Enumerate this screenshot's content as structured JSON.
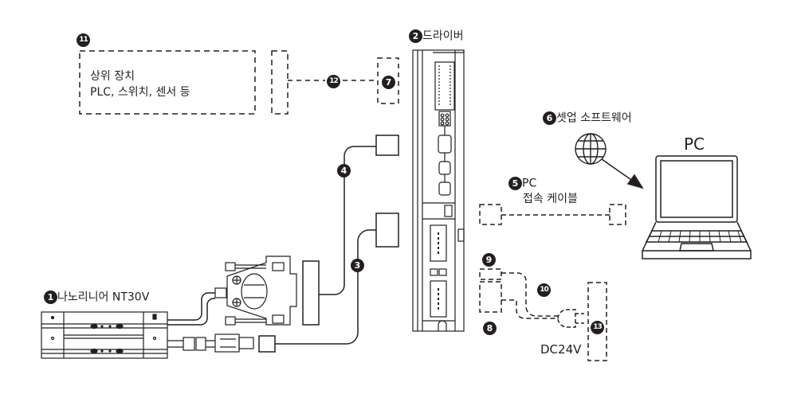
{
  "title": "NT30V system configuration",
  "colors": {
    "line": "#231f20",
    "badge_bg": "#231f20",
    "badge_fg": "#ffffff",
    "background": "#ffffff"
  },
  "components": {
    "actuator": {
      "num": "1",
      "label": "나노리니어 NT30V"
    },
    "driver": {
      "num": "2",
      "label": "드라이버"
    },
    "cable_3": {
      "num": "3"
    },
    "cable_4": {
      "num": "4"
    },
    "pc_cable": {
      "num": "5",
      "label_line1": "PC",
      "label_line2": "접속 케이블"
    },
    "software": {
      "num": "6",
      "label": "셋업 소프트웨어",
      "icon": "globe-icon"
    },
    "io_conn": {
      "num": "7"
    },
    "power_conn": {
      "num": "8"
    },
    "conn_9": {
      "num": "9"
    },
    "power_cable": {
      "num": "10"
    },
    "host": {
      "num": "11",
      "line1": "상위 장치",
      "line2": "PLC, 스위치, 센서 등"
    },
    "io_cable": {
      "num": "12"
    },
    "power_supply": {
      "num": "13",
      "label": "DC24V"
    },
    "pc": {
      "label": "PC",
      "icon": "laptop-icon"
    }
  }
}
